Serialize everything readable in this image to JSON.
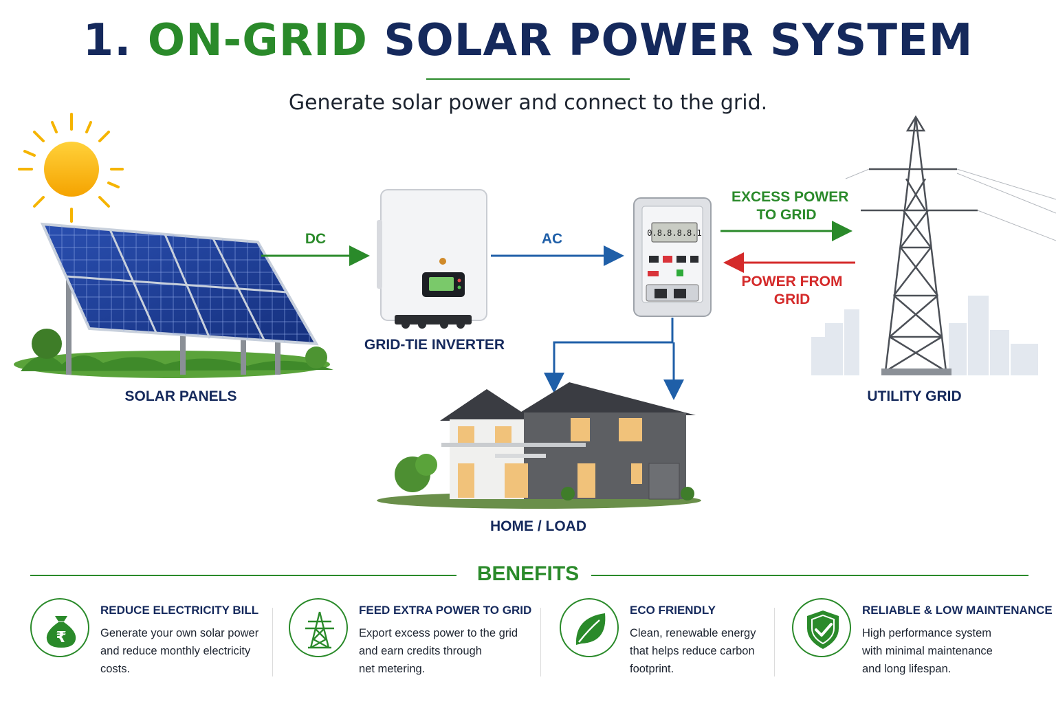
{
  "header": {
    "title_num": "1.",
    "title_green": "ON-GRID",
    "title_rest": "SOLAR POWER SYSTEM",
    "subtitle": "Generate solar power and connect to the grid."
  },
  "diagram": {
    "solar_panels_label": "SOLAR PANELS",
    "inverter_label": "GRID-TIE INVERTER",
    "home_label": "HOME / LOAD",
    "utility_label": "UTILITY GRID",
    "dc_label": "DC",
    "ac_label": "AC",
    "excess_line1": "EXCESS POWER",
    "excess_line2": "TO GRID",
    "from_line1": "POWER FROM",
    "from_line2": "GRID",
    "meter_display": "0.8.8.8.8.1"
  },
  "benefits": {
    "title": "BENEFITS",
    "items": [
      {
        "icon": "money-bag-icon",
        "heading": "REDUCE ELECTRICITY BILL",
        "lines": [
          "Generate your own solar power",
          "and reduce monthly electricity",
          "costs."
        ]
      },
      {
        "icon": "power-tower-icon",
        "heading": "FEED EXTRA POWER TO GRID",
        "lines": [
          "Export excess power to the grid",
          "and earn credits through",
          "net metering."
        ]
      },
      {
        "icon": "leaf-icon",
        "heading": "ECO FRIENDLY",
        "lines": [
          "Clean, renewable energy",
          "that helps reduce carbon",
          "footprint."
        ]
      },
      {
        "icon": "shield-check-icon",
        "heading": "RELIABLE & LOW MAINTENANCE",
        "lines": [
          "High performance system",
          "with minimal maintenance",
          "and long lifespan."
        ]
      }
    ]
  },
  "colors": {
    "navy": "#15295c",
    "green": "#2a8a2a",
    "red": "#d42a2a",
    "blue": "#1f5fa8"
  }
}
